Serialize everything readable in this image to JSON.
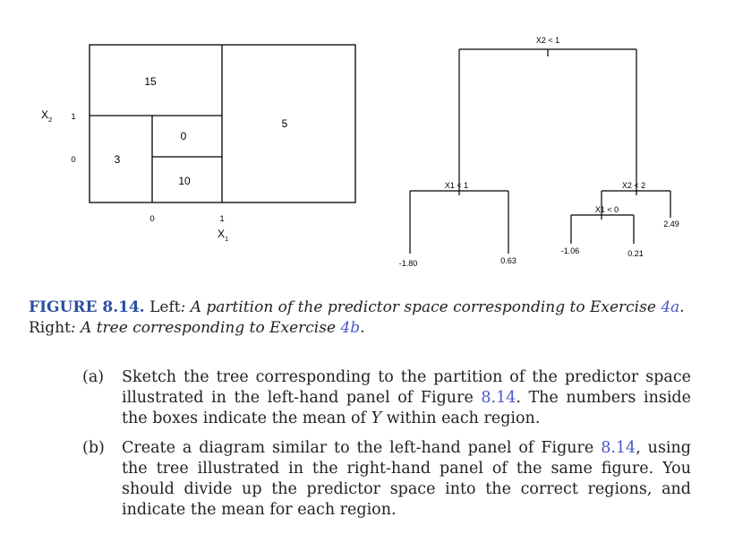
{
  "partition": {
    "axis_x_label": "X",
    "axis_x_sub": "1",
    "axis_y_label": "X",
    "axis_y_sub": "2",
    "x_ticks": [
      "0",
      "1"
    ],
    "y_ticks": [
      "0",
      "1"
    ],
    "regions": [
      "15",
      "0",
      "3",
      "10",
      "5"
    ]
  },
  "tree": {
    "nodes": [
      "X2 < 1",
      "X1 < 1",
      "X2 < 2",
      "X1 < 0"
    ],
    "leaves": [
      "-1.80",
      "0.63",
      "-1.06",
      "0.21",
      "2.49"
    ]
  },
  "caption": {
    "label": "FIGURE 8.14.",
    "left_word": "Left",
    "part1": ": A partition of the predictor space corresponding to Exercise",
    "link1": "4a",
    "part2": ". ",
    "right_word": "Right",
    "part3": ": A tree corresponding to Exercise",
    "link2": "4b",
    "part4": "."
  },
  "exercises": [
    {
      "mark": "(a)",
      "t1": "Sketch the tree corresponding to the partition of the predictor space illustrated in the left-hand panel of Figure",
      "ref": "8.14",
      "t2": ". The numbers inside the boxes indicate the mean of",
      "var": "Y",
      "t3": "within each region."
    },
    {
      "mark": "(b)",
      "t1": "Create a diagram similar to the left-hand panel of Figure",
      "ref": "8.14",
      "t2": ", using the tree illustrated in the right-hand panel of the same figure. You should divide up the predictor space into the correct regions, and indicate the mean for each region."
    }
  ]
}
